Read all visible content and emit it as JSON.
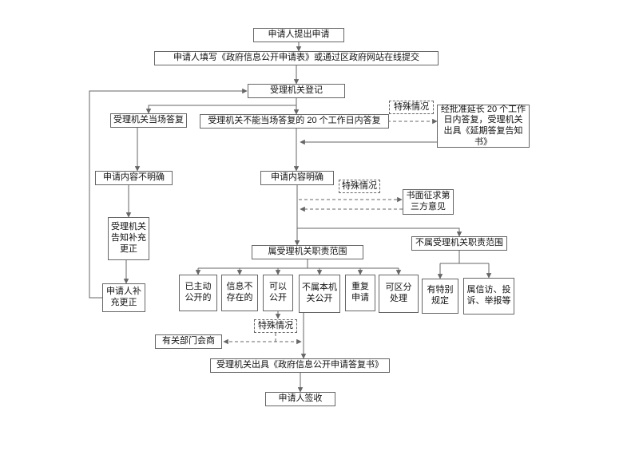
{
  "nodes": {
    "submit": "申请人提出申请",
    "fill_form": "申请人填写《政府信息公开申请表》或通过区政府网站在线提交",
    "register": "受理机关登记",
    "onsite_reply": "受理机关当场答复",
    "deferred_reply": "受理机关不能当场答复的 20 个工作日内答复",
    "special_case_1": "特殊情况",
    "extension": "经批准延长 20 个工作日内答复，受理机关出具《延期答复告知书》",
    "content_unclear": "申请内容不明确",
    "content_clear": "申请内容明确",
    "special_case_2": "特殊情况",
    "third_party": "书面征求第三方意见",
    "notify_supplement": "受理机关告知补充更正",
    "applicant_supplement": "申请人补充更正",
    "in_scope": "属受理机关职责范围",
    "out_of_scope": "不属受理机关职责范围",
    "already_public": "已主动公开的",
    "not_exist": "信息不存在的",
    "can_disclose": "可以公开",
    "not_this_org": "不属本机关公开",
    "repeat_request": "重复申请",
    "separable": "可区分处理",
    "special_rule": "有特别规定",
    "petition": "属信访、投诉、举报等",
    "special_case_3": "特殊情况",
    "dept_consult": "有关部门会商",
    "reply_doc": "受理机关出具《政府信息公开申请答复书》",
    "sign_receipt": "申请人签收"
  },
  "colors": {
    "line": "#666666",
    "border": "#666666",
    "text": "#111111",
    "background": "#ffffff"
  }
}
